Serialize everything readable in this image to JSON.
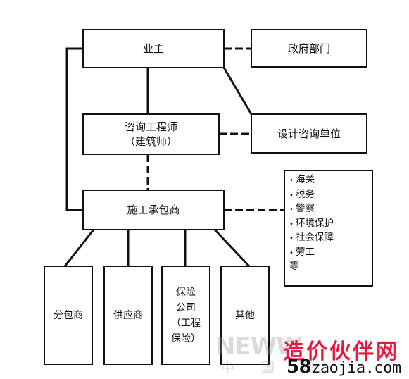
{
  "nodes": {
    "owner": "业主",
    "government": "政府部门",
    "consultant": "咨询工程师\n（建筑师）",
    "design_consult": "设计咨询单位",
    "contractor": "施工承包商",
    "subcontractor": "分包商",
    "supplier": "供应商",
    "insurance": "保险\n公司\n（工程\n保险）",
    "other": "其他"
  },
  "external_list": {
    "items": [
      "海关",
      "税务",
      "警察",
      "环境保护",
      "社会保障",
      "劳工"
    ],
    "trailing": "等"
  },
  "watermark": {
    "latin": "NEWW",
    "cn_gray": "中 国 建",
    "cn_red": "造价伙伴网",
    "url_number": "58",
    "url_rest": "zaojia.com"
  }
}
